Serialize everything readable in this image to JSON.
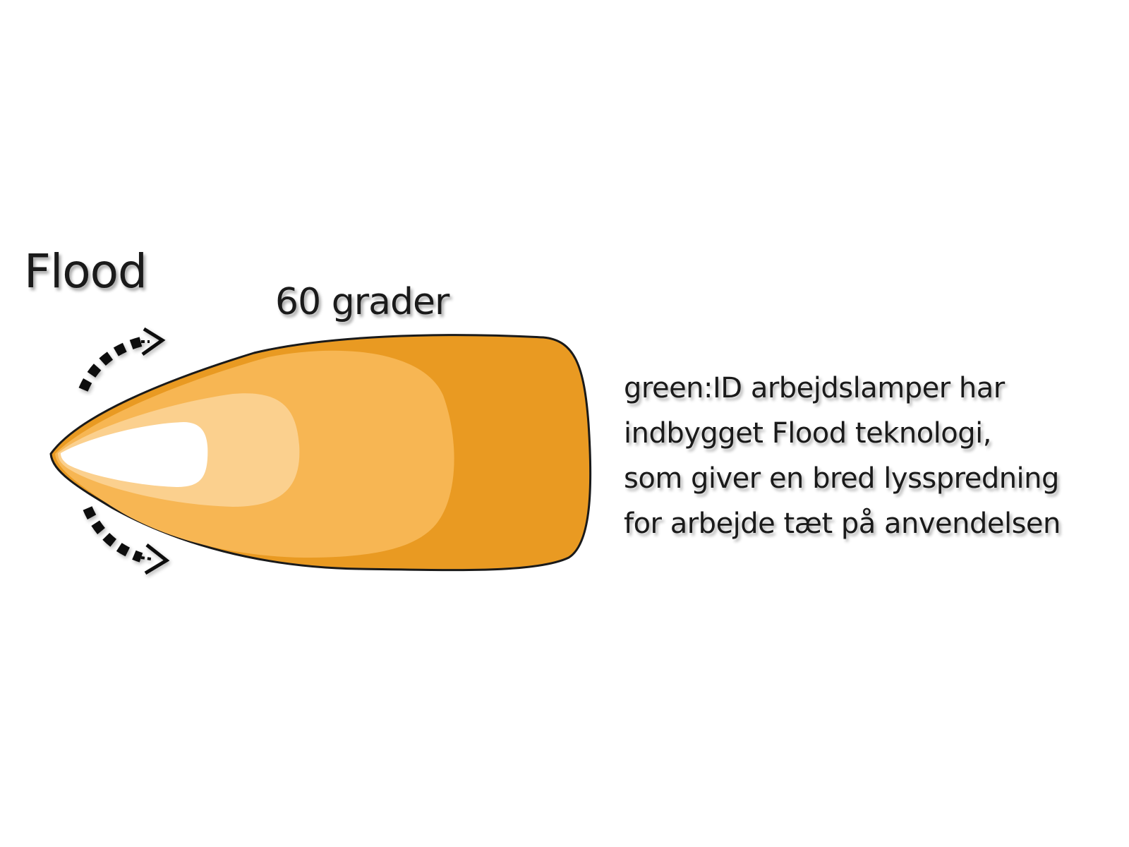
{
  "diagram": {
    "title": "Flood",
    "angle_label": "60 grader",
    "description_lines": [
      "green:ID arbejdslamper har",
      "indbygget Flood teknologi,",
      "som giver en bred lysspredning",
      "for arbejde tæt på anvendelsen"
    ],
    "icons": {
      "upper_arrow": "curved-dashed-arrow-up-icon",
      "lower_arrow": "curved-dashed-arrow-down-icon"
    },
    "colors": {
      "beam_outer": "#E99A22",
      "beam_mid": "#F7B653",
      "beam_inner": "#FBD08E",
      "beam_core": "#FFFFFF",
      "outline": "#1a1a1a",
      "text": "#1a1a1a"
    }
  }
}
